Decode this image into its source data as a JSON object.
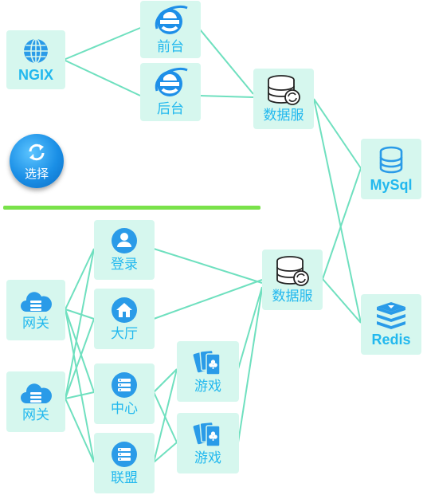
{
  "nodes": {
    "ngix": "NGIX",
    "front": "前台",
    "back": "后台",
    "data_top": "数据服",
    "select": "选择",
    "mysql": "MySql",
    "redis": "Redis",
    "login": "登录",
    "hall": "大厅",
    "data_bottom": "数据服",
    "gateway_1": "网关",
    "gateway_2": "网关",
    "center": "中心",
    "alliance": "联盟",
    "game_1": "游戏",
    "game_2": "游戏"
  },
  "colors": {
    "node_bg": "#d6f7ee",
    "edge": "#6fe0bf",
    "label": "#22b8ee",
    "icon": "#2a9be8",
    "divider": "#79e24a"
  }
}
